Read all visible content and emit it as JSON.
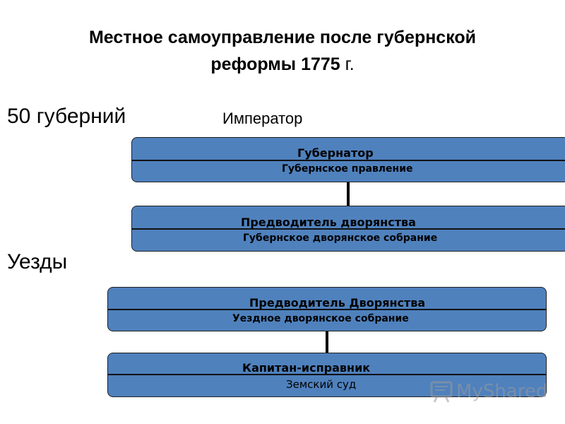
{
  "title": {
    "line1": "Местное самоуправление после губернской",
    "line2_main": "реформы 1775",
    "line2_suffix": " г."
  },
  "labels": {
    "provinces": "50 губерний",
    "emperor": "Император",
    "districts": "Уезды"
  },
  "boxes": [
    {
      "top": "Губернатор",
      "bottom": "Губернское правление"
    },
    {
      "top": "Предводитель дворянства",
      "bottom": "Губернское дворянское собрание"
    },
    {
      "top": "Предводитель Дворянства",
      "bottom": "Уездное дворянское собрание"
    },
    {
      "top": "Капитан-исправник",
      "bottom": "Земский суд"
    }
  ],
  "colors": {
    "box_fill": "#4f81bd",
    "box_border": "#1f1f1f"
  },
  "watermark": {
    "icon": "presentation-board-icon",
    "text": "MyShared"
  }
}
